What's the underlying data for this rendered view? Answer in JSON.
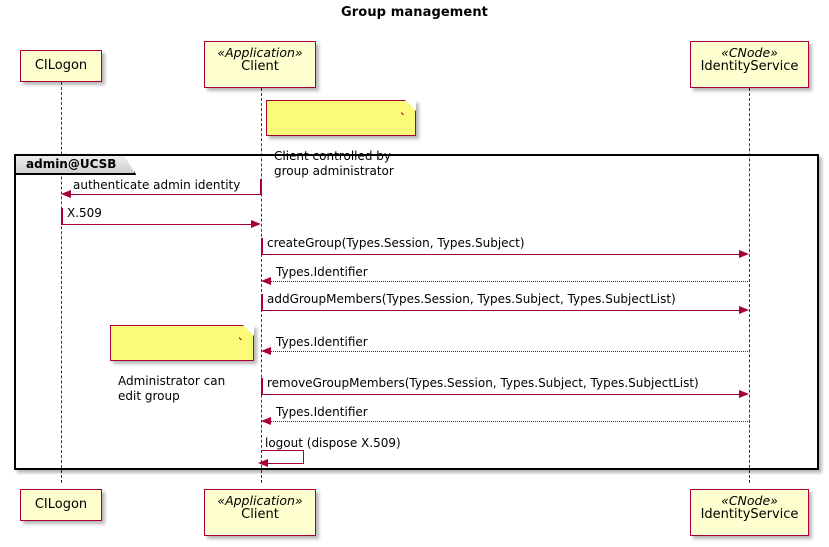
{
  "diagram": {
    "title": "Group management",
    "type": "uml-sequence-diagram",
    "colors": {
      "line": "#A80036",
      "participant_fill": "#FEFECE",
      "note_fill": "#FBFB77",
      "frame_border": "#000000",
      "text": "#000000"
    }
  },
  "participants": [
    {
      "id": "cilogon",
      "stereotype": "",
      "name": "CILogon"
    },
    {
      "id": "client",
      "stereotype": "«Application»",
      "name": "Client"
    },
    {
      "id": "identityservice",
      "stereotype": "«CNode»",
      "name": "IdentityService"
    }
  ],
  "group": {
    "label": "admin@UCSB"
  },
  "messages": [
    {
      "index": 0,
      "label": "authenticate admin identity",
      "from": "client",
      "to": "cilogon",
      "direction": "left",
      "style": "solid"
    },
    {
      "index": 1,
      "label": "X.509",
      "from": "cilogon",
      "to": "client",
      "direction": "right",
      "style": "solid"
    },
    {
      "index": 2,
      "label": "createGroup(Types.Session, Types.Subject)",
      "from": "client",
      "to": "identityservice",
      "direction": "right",
      "style": "solid"
    },
    {
      "index": 3,
      "label": "Types.Identifier",
      "from": "identityservice",
      "to": "client",
      "direction": "left",
      "style": "dotted"
    },
    {
      "index": 4,
      "label": "addGroupMembers(Types.Session, Types.Subject, Types.SubjectList)",
      "from": "client",
      "to": "identityservice",
      "direction": "right",
      "style": "solid"
    },
    {
      "index": 5,
      "label": "Types.Identifier",
      "from": "identityservice",
      "to": "client",
      "direction": "left",
      "style": "dotted"
    },
    {
      "index": 6,
      "label": "removeGroupMembers(Types.Session, Types.Subject, Types.SubjectList)",
      "from": "client",
      "to": "identityservice",
      "direction": "right",
      "style": "solid"
    },
    {
      "index": 7,
      "label": "Types.Identifier",
      "from": "identityservice",
      "to": "client",
      "direction": "left",
      "style": "dotted"
    },
    {
      "index": 8,
      "label": "logout (dispose X.509)",
      "from": "client",
      "to": "client",
      "direction": "self",
      "style": "solid"
    }
  ],
  "notes": [
    {
      "id": "note-client-controlled",
      "text": "Client controlled by\ngroup administrator"
    },
    {
      "id": "note-admin-edit",
      "text": "Administrator can\nedit group"
    }
  ]
}
